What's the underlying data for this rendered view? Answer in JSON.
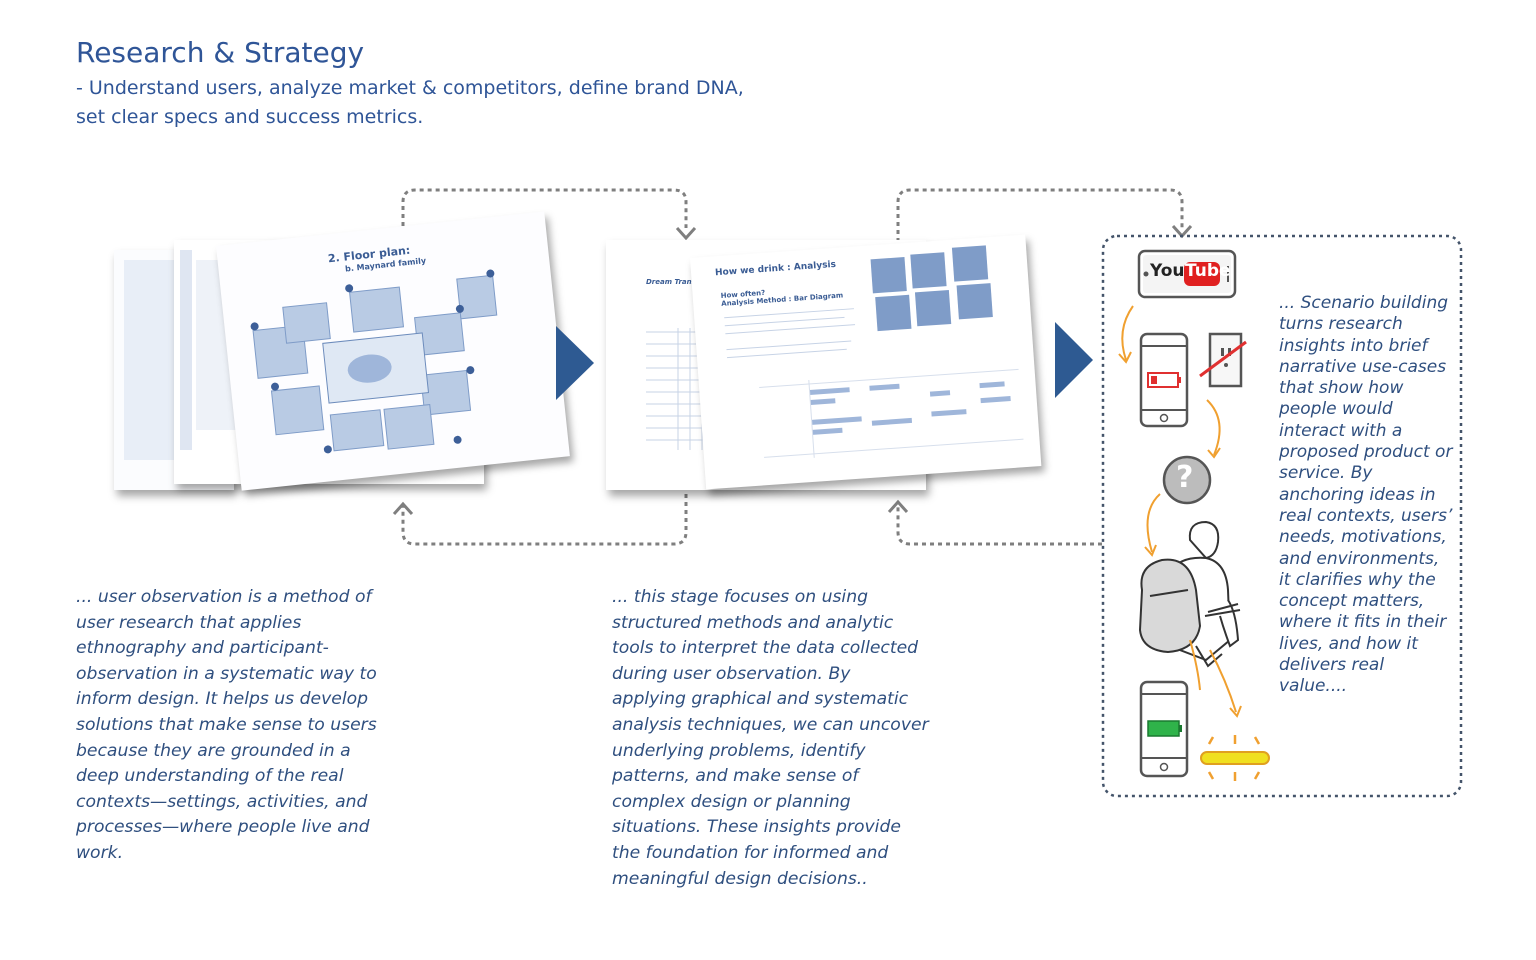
{
  "header": {
    "title": "Research & Strategy",
    "subtitle_lines": [
      "- Understand users, analyze market & competitors, define brand DNA,",
      "set clear specs and success metrics."
    ]
  },
  "stages": {
    "observation": {
      "doc_heading": "2. Floor plan:",
      "doc_subheading": "b. Maynard family",
      "description_lines": [
        "... user observation is a method of",
        "user research that applies",
        "ethnography and participant-",
        "observation in a systematic way to",
        "inform design. It helps us develop",
        "solutions that make sense to users",
        "because they are grounded in a",
        "deep understanding of the real",
        "contexts—settings, activities, and",
        "processes—where people live and",
        "work."
      ]
    },
    "analysis": {
      "doc_heading": "How we drink : Analysis",
      "doc_side_heading": "Dream Transiti",
      "doc_question": "How often?",
      "doc_method": "Analysis Method : Bar Diagram",
      "description_lines": [
        "... this stage focuses on using",
        "structured methods and analytic",
        "tools to interpret the data collected",
        "during user observation. By",
        "applying graphical and systematic",
        "analysis techniques, we can uncover",
        "underlying problems, identify",
        "patterns, and make sense of",
        "complex design or planning",
        "situations. These insights provide",
        "the foundation for informed and",
        "meaningful design decisions.."
      ]
    },
    "scenario": {
      "video_logo_you": "You",
      "video_logo_tube": "Tube",
      "question_mark": "?",
      "description_lines": [
        "... Scenario building",
        "turns research",
        "insights into brief",
        "narrative use-cases",
        "that show how",
        "people would",
        "interact with a",
        "proposed product or",
        "service. By",
        "anchoring ideas in",
        "real contexts, users’",
        "needs, motivations,",
        "and environments,",
        "it clarifies why the",
        "concept matters,",
        "where it fits in their",
        "lives, and how it",
        "delivers real",
        "value...."
      ]
    }
  },
  "colors": {
    "accent": "#2f5597",
    "body_text": "#2f4f7f",
    "connector": "#7f7f7f",
    "arrow": "#2e5a92",
    "scenario_frame": "#44546a",
    "flow_arrow": "#f0a030",
    "battery_low": "#e03030",
    "battery_full": "#2fb34a",
    "youtube_red": "#e02020",
    "light": "#f0e020"
  },
  "icons": [
    "youtube-icon",
    "phone-low-battery-icon",
    "power-outlet-icon",
    "question-icon",
    "person-backpack-icon",
    "phone-full-battery-icon",
    "light-bar-icon"
  ]
}
